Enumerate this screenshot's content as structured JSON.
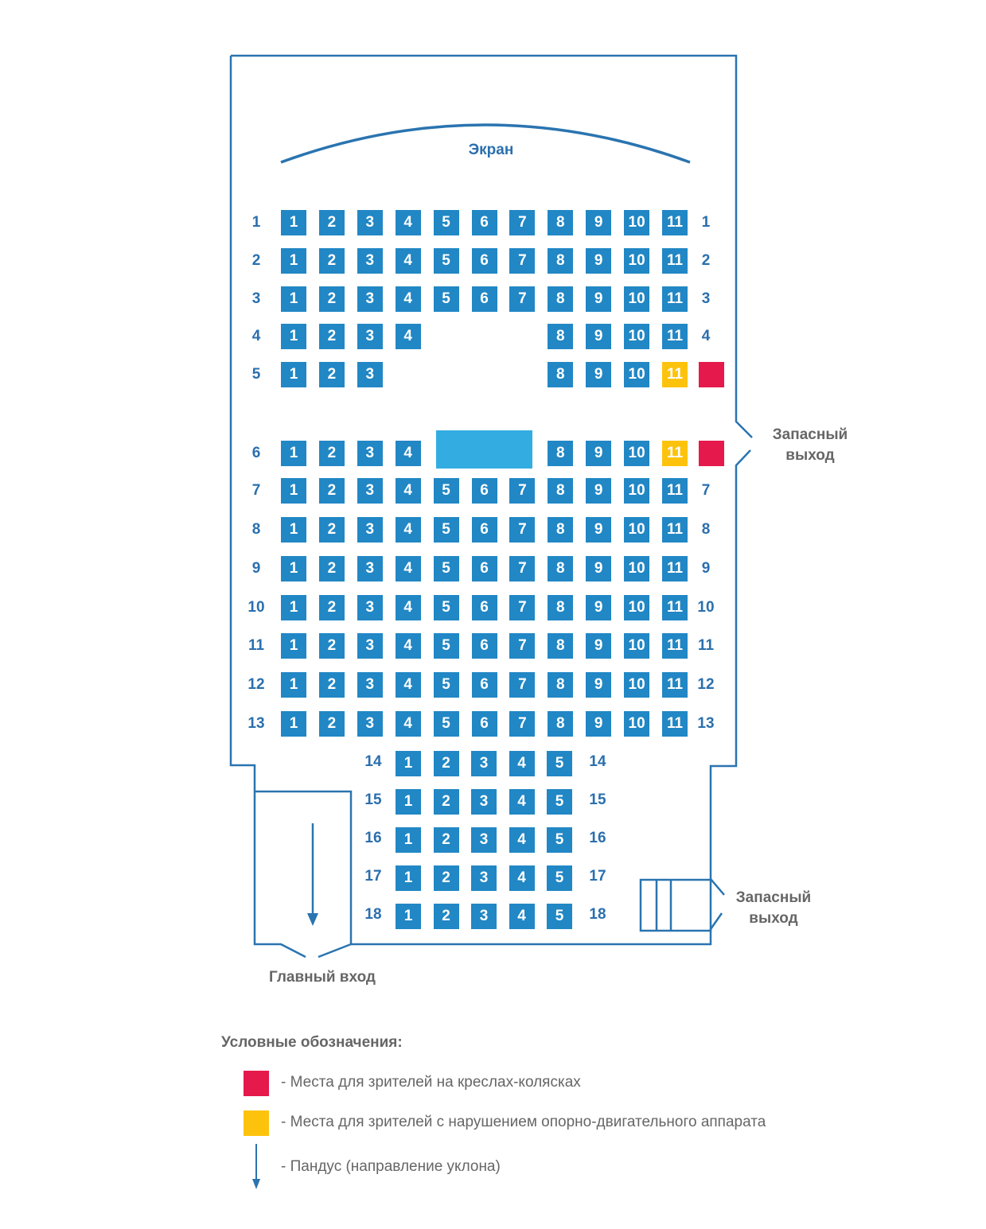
{
  "colors": {
    "seat": "#2187c5",
    "wheelchair": "#e5194c",
    "mobility": "#fdc30c",
    "wall": "#2a74b0",
    "block": "#33ade1"
  },
  "screen_label": "Экран",
  "exits": {
    "side_top": "Запасный выход",
    "side_bottom": "Запасный выход",
    "main": "Главный вход"
  },
  "exit_lines": {
    "side_top": [
      "Запасный",
      "выход"
    ],
    "side_bottom": [
      "Запасный",
      "выход"
    ]
  },
  "rows": [
    {
      "label": "1",
      "right_label": "1",
      "seats": [
        1,
        2,
        3,
        4,
        5,
        6,
        7,
        8,
        9,
        10,
        11
      ]
    },
    {
      "label": "2",
      "right_label": "2",
      "seats": [
        1,
        2,
        3,
        4,
        5,
        6,
        7,
        8,
        9,
        10,
        11
      ]
    },
    {
      "label": "3",
      "right_label": "3",
      "seats": [
        1,
        2,
        3,
        4,
        5,
        6,
        7,
        8,
        9,
        10,
        11
      ]
    },
    {
      "label": "4",
      "right_label": "4",
      "seats": [
        1,
        2,
        3,
        4,
        8,
        9,
        10,
        11
      ]
    },
    {
      "label": "5",
      "right_label": null,
      "seats": [
        1,
        2,
        3,
        8,
        9,
        10
      ],
      "yellow": [
        11
      ],
      "wheelchair": true
    },
    {
      "label": "6",
      "right_label": null,
      "seats": [
        1,
        2,
        3,
        4,
        8,
        9,
        10
      ],
      "yellow": [
        11
      ],
      "wheelchair": true
    },
    {
      "label": "7",
      "right_label": "7",
      "seats": [
        1,
        2,
        3,
        4,
        5,
        6,
        7,
        8,
        9,
        10,
        11
      ]
    },
    {
      "label": "8",
      "right_label": "8",
      "seats": [
        1,
        2,
        3,
        4,
        5,
        6,
        7,
        8,
        9,
        10,
        11
      ]
    },
    {
      "label": "9",
      "right_label": "9",
      "seats": [
        1,
        2,
        3,
        4,
        5,
        6,
        7,
        8,
        9,
        10,
        11
      ]
    },
    {
      "label": "10",
      "right_label": "10",
      "seats": [
        1,
        2,
        3,
        4,
        5,
        6,
        7,
        8,
        9,
        10,
        11
      ]
    },
    {
      "label": "11",
      "right_label": "11",
      "seats": [
        1,
        2,
        3,
        4,
        5,
        6,
        7,
        8,
        9,
        10,
        11
      ]
    },
    {
      "label": "12",
      "right_label": "12",
      "seats": [
        1,
        2,
        3,
        4,
        5,
        6,
        7,
        8,
        9,
        10,
        11
      ]
    },
    {
      "label": "13",
      "right_label": "13",
      "seats": [
        1,
        2,
        3,
        4,
        5,
        6,
        7,
        8,
        9,
        10,
        11
      ]
    }
  ],
  "rear_rows": [
    {
      "label": "14",
      "seats": [
        1,
        2,
        3,
        4,
        5
      ]
    },
    {
      "label": "15",
      "seats": [
        1,
        2,
        3,
        4,
        5
      ]
    },
    {
      "label": "16",
      "seats": [
        1,
        2,
        3,
        4,
        5
      ]
    },
    {
      "label": "17",
      "seats": [
        1,
        2,
        3,
        4,
        5
      ]
    },
    {
      "label": "18",
      "seats": [
        1,
        2,
        3,
        4,
        5
      ]
    }
  ],
  "legend": {
    "title": "Условные обозначения:",
    "items": [
      {
        "type": "wheelchair",
        "text": "- Места для зрителей на креслах-колясках"
      },
      {
        "type": "mobility",
        "text": "- Места для зрителей с нарушением опорно-двигательного аппарата"
      },
      {
        "type": "ramp",
        "text": "- Пандус (направление уклона)"
      }
    ]
  }
}
